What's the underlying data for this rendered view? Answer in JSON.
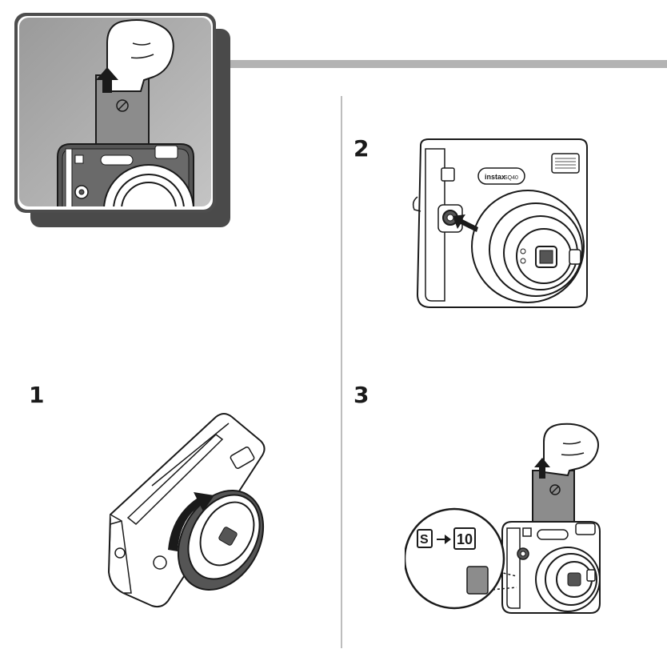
{
  "steps": [
    {
      "number": "1"
    },
    {
      "number": "2"
    },
    {
      "number": "3"
    }
  ],
  "camera": {
    "brand": "instax",
    "model": "SQ40"
  },
  "counter": {
    "from": "S",
    "to": "10"
  },
  "icons": [
    "hand-icon",
    "arrow-up-icon",
    "power-button-icon",
    "lens-rotate-arrow-icon",
    "shutter-press-arrow-icon",
    "zoom-circle-icon"
  ],
  "colors": {
    "panel_bg": "#a9a9a9",
    "panel_shadow": "#4a4a4a",
    "film": "#8c8c8c",
    "line": "#1a1a1a"
  }
}
